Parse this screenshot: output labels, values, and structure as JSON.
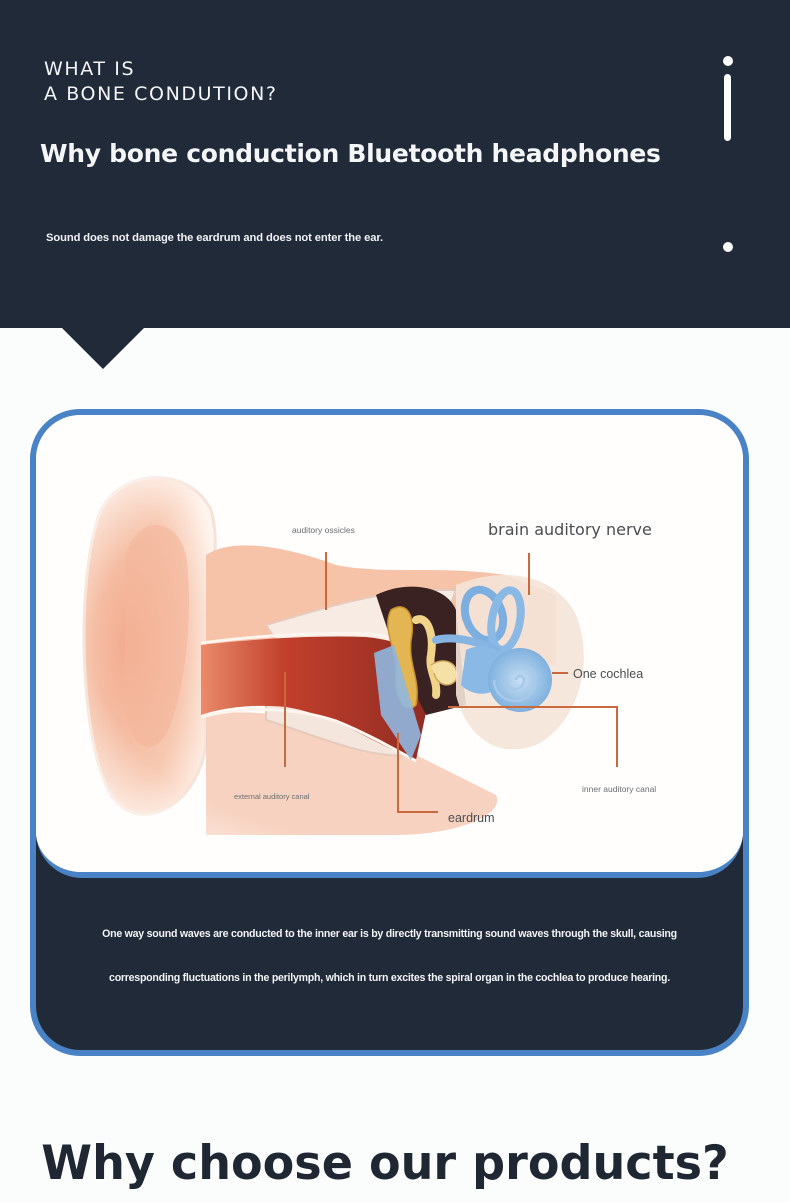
{
  "hero": {
    "eyebrow": "WHAT IS\nA BONE CONDUTION?",
    "title": "Why bone conduction Bluetooth headphones",
    "subtitle": "Sound does not damage the eardrum and does not enter the ear."
  },
  "slide_indicator": {
    "items": [
      "dot",
      "active-bar",
      "dot"
    ]
  },
  "diagram": {
    "labels": {
      "auditory_ossicles": "auditory ossicles",
      "brain_auditory_nerve": "brain auditory nerve",
      "cochlea": "One cochlea",
      "inner_auditory_canal": "inner auditory canal",
      "external_auditory_canal": "external auditory canal",
      "eardrum": "eardrum"
    },
    "leader_color": "#c86a3e",
    "border_color": "#4a83c5"
  },
  "card": {
    "lines": [
      "One way sound waves are conducted to the inner ear is by directly transmitting sound waves through the skull, causing",
      "corresponding fluctuations in the perilymph, which in turn excites the spiral organ in the cochlea to produce hearing."
    ]
  },
  "section": {
    "title": "Why choose our products?"
  },
  "colors": {
    "dark_bg": "#212a38",
    "accent_border": "#4a83c5",
    "page_bg": "#fbfdfd"
  }
}
